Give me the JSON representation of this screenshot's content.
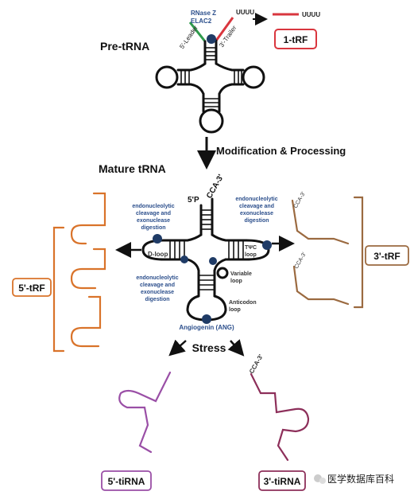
{
  "pre_trna": {
    "title": "Pre-tRNA",
    "enzymes_line1": "RNase Z",
    "enzymes_line2": "ELAC2",
    "leader": "5'-Leader",
    "trailer": "3'-Trailer",
    "uuuu_left": "UUUU",
    "uuuu_right": "UUUU",
    "product": "1-tRF"
  },
  "processing": "Modification & Processing",
  "mature_trna": {
    "title": "Mature tRNA",
    "five_p": "5'P",
    "cca": "CCA-3'",
    "d_loop": "D-loop",
    "tpsic_loop_line1": "TΨC",
    "tpsic_loop_line2": "loop",
    "variable_loop_line1": "Variable",
    "variable_loop_line2": "loop",
    "anticodon_loop_line1": "Anticodon",
    "anticodon_loop_line2": "loop",
    "angiogenin": "Angiogenin (ANG)",
    "cleavage_left": [
      "endonucleolytic",
      "cleavage and",
      "exonuclease",
      "digestion"
    ],
    "cleavage_right": [
      "endonucleolytic",
      "cleavage and",
      "exonuclease",
      "digestion"
    ],
    "cleavage_bottom": [
      "endonucleolytic",
      "cleavage and",
      "exonuclease",
      "digestion"
    ]
  },
  "five_trf": {
    "label": "5'-tRF",
    "color": "#d9732a"
  },
  "three_trf": {
    "label": "3'-tRF",
    "color": "#9b6a40",
    "cca_top": "CCA-3'",
    "cca_bottom": "CCA-3'"
  },
  "stress": "Stress",
  "five_tirna": {
    "label": "5'-tiRNA",
    "color": "#9a4fa6"
  },
  "three_tirna": {
    "label": "3'-tiRNA",
    "color": "#8d2f5a",
    "cca": "CCA-3'"
  },
  "watermark": "医学数据库百科",
  "colors": {
    "red": "#d9363e",
    "green": "#2f9a4c",
    "navy": "#1f3b66",
    "blue_text": "#2c4f8c"
  }
}
